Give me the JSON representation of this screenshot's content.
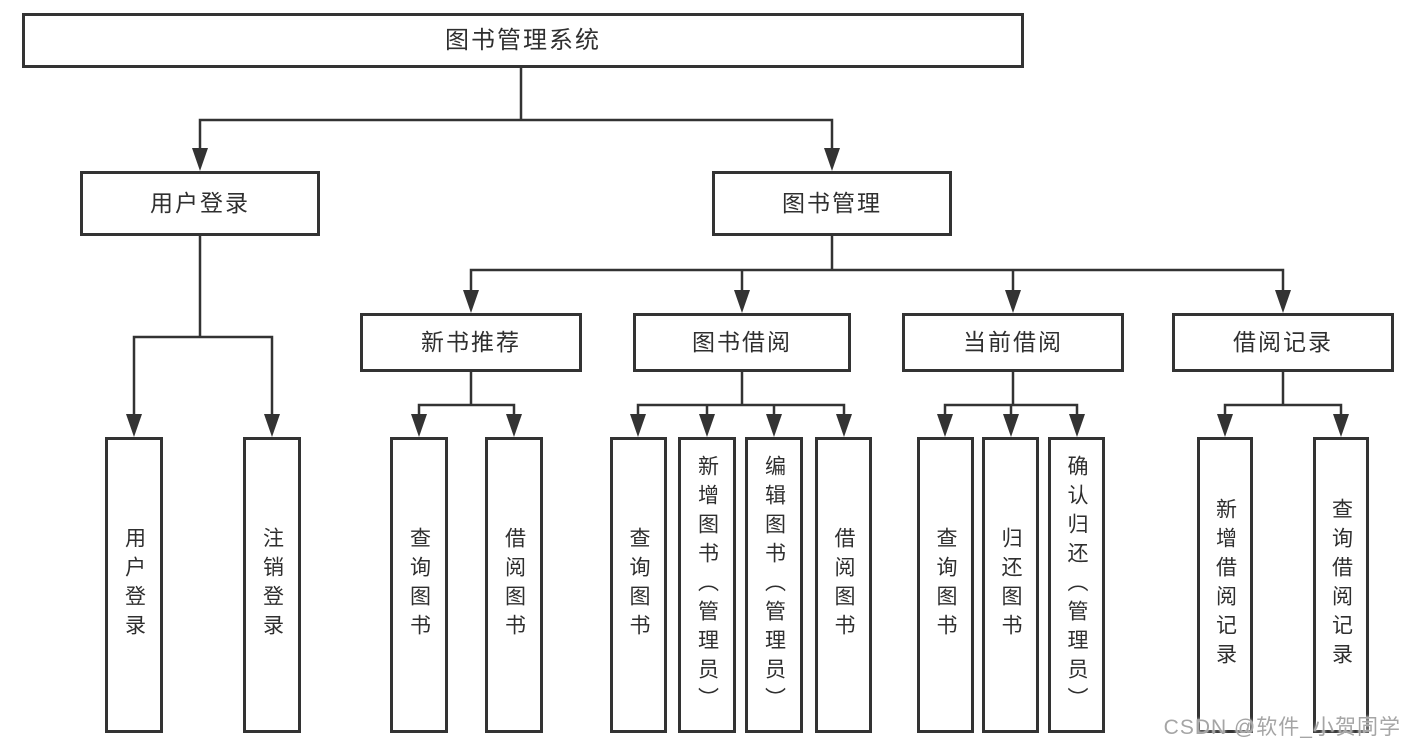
{
  "root": {
    "label": "图书管理系统"
  },
  "user_login": {
    "label": "用户登录",
    "children": [
      {
        "label": "用户登录"
      },
      {
        "label": "注销登录"
      }
    ]
  },
  "book_management": {
    "label": "图书管理",
    "sections": [
      {
        "label": "新书推荐",
        "children": [
          {
            "label": "查询图书"
          },
          {
            "label": "借阅图书"
          }
        ]
      },
      {
        "label": "图书借阅",
        "children": [
          {
            "label": "查询图书"
          },
          {
            "label": "新增图书（管理员）"
          },
          {
            "label": "编辑图书（管理员）"
          },
          {
            "label": "借阅图书"
          }
        ]
      },
      {
        "label": "当前借阅",
        "children": [
          {
            "label": "查询图书"
          },
          {
            "label": "归还图书"
          },
          {
            "label": "确认归还（管理员）"
          }
        ]
      },
      {
        "label": "借阅记录",
        "children": [
          {
            "label": "新增借阅记录"
          },
          {
            "label": "查询借阅记录"
          }
        ]
      }
    ]
  },
  "watermark": "CSDN @软件_小贺同学",
  "colors": {
    "stroke": "#333333",
    "text": "#2f2f2f",
    "watermark": "#a5a5a5",
    "background": "#ffffff"
  }
}
